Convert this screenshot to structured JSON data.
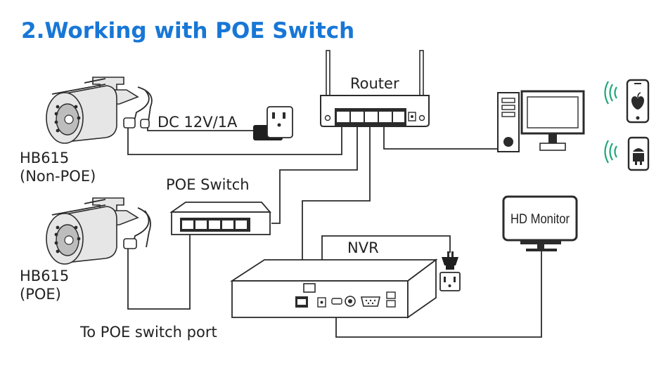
{
  "title": "2.Working with POE Switch",
  "labels": {
    "router": "Router",
    "dc_power": "DC 12V/1A",
    "camera_non_poe_model": "HB615",
    "camera_non_poe_type": "(Non-POE)",
    "poe_switch": "POE Switch",
    "camera_poe_model": "HB615",
    "camera_poe_type": "(POE)",
    "nvr": "NVR",
    "hd_monitor": "HD Monitor",
    "poe_port_note": "To POE switch port"
  },
  "colors": {
    "title": "#1877d6",
    "line": "#2b2b2b",
    "wifi": "#20a878",
    "device_fill": "#ffffff",
    "camera_fill": "#e6e6e6"
  },
  "icons": {
    "router": "router-icon",
    "camera": "bullet-camera-icon",
    "poe_switch": "network-switch-icon",
    "nvr": "nvr-recorder-icon",
    "pc": "desktop-computer-icon",
    "monitor": "monitor-icon",
    "ios_phone": "apple-phone-icon",
    "android_phone": "android-phone-icon",
    "power_adapter": "power-adapter-icon",
    "wall_outlet": "wall-outlet-icon",
    "wifi": "wifi-signal-icon"
  }
}
